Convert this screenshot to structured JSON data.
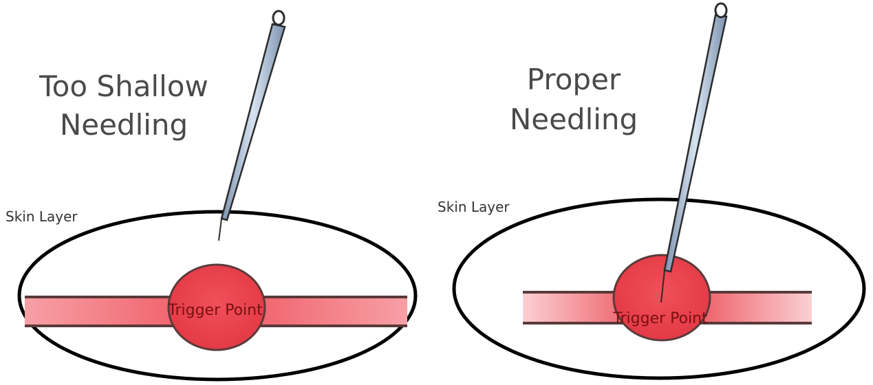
{
  "panels": {
    "left": {
      "title_line1": "Too Shallow",
      "title_line2": "Needling",
      "skin_label": "Skin Layer",
      "trigger_label": "Trigger Point"
    },
    "right": {
      "title_line1": "Proper",
      "title_line2": "Needling",
      "skin_label": "Skin Layer",
      "trigger_label": "Trigger Point"
    }
  },
  "colors": {
    "outline": "#000000",
    "muscle_band": "#f0707a",
    "trigger_point": "#e8404a",
    "band_edge": "#5a3a3a",
    "needle_shaft": "#9fb3cc",
    "needle_outline": "#2b2b2b",
    "text": "#4a4a4a"
  }
}
